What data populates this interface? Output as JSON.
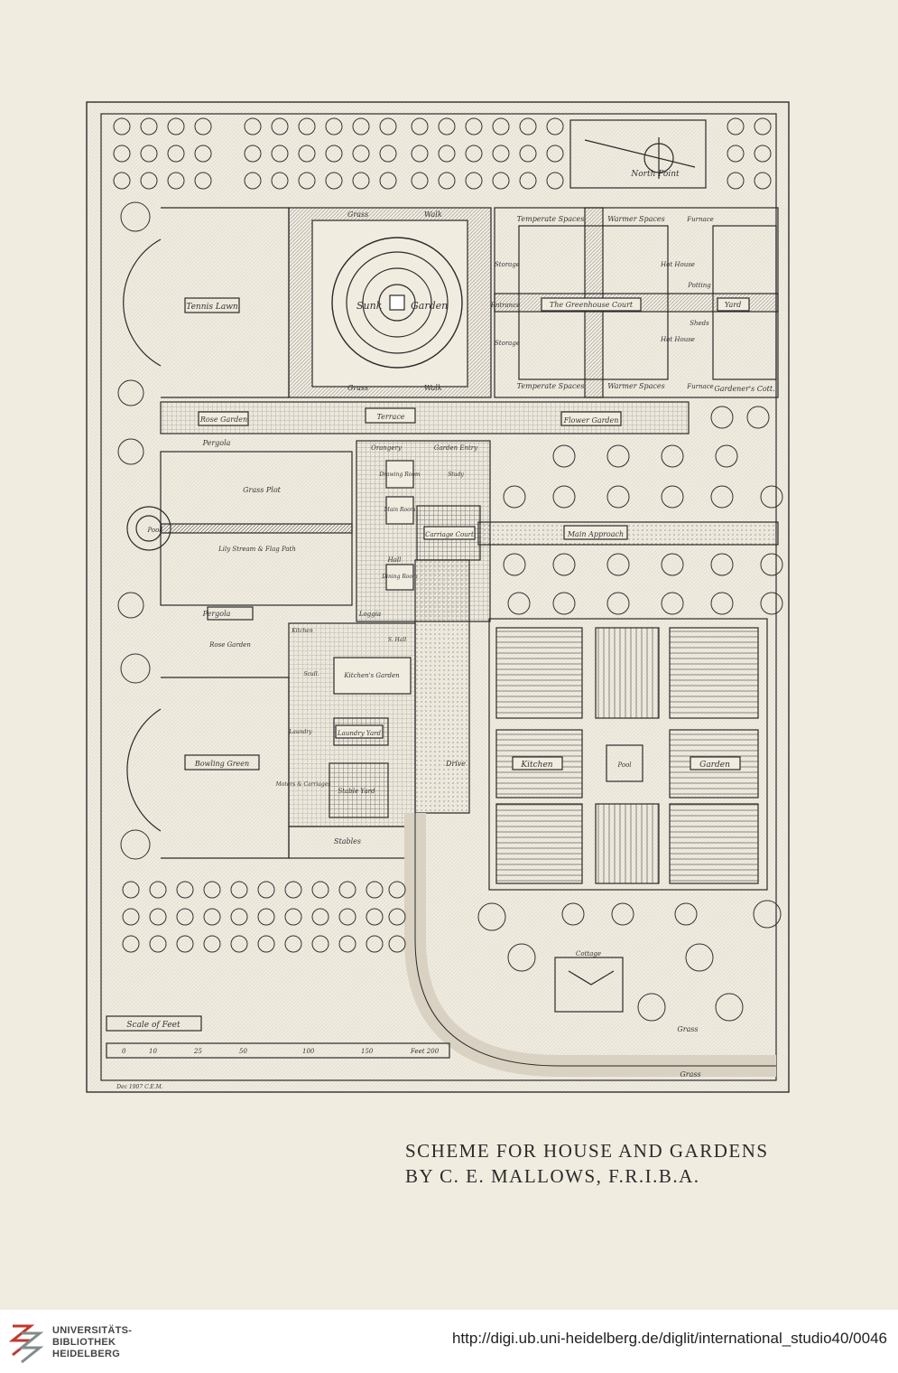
{
  "plan": {
    "north_point": "North Point",
    "labels": {
      "grass_walk_top_a": "Grass",
      "grass_walk_top_b": "Walk",
      "grass_walk_bottom_a": "Grass",
      "grass_walk_bottom_b": "Walk",
      "sunk_garden_a": "Sunk",
      "sunk_garden_b": "Garden",
      "tennis_lawn": "Tennis Lawn",
      "temperate_spaces_top": "Temperate Spaces",
      "warmer_spaces_top": "Warmer Spaces",
      "furnace_top": "Furnace",
      "temperate_spaces_bottom": "Temperate Spaces",
      "warmer_spaces_bottom": "Warmer Spaces",
      "furnace_bottom": "Furnace",
      "greenhouse_court": "The Greenhouse Court",
      "entrance": "Entrance",
      "storage_a": "Storage",
      "storage_b": "Storage",
      "hot_house_a": "Hot House",
      "hot_house_b": "Hot House",
      "potting": "Potting",
      "sheds": "Sheds",
      "yard": "Yard",
      "gardeners_cottage": "Gardener's Cott.",
      "rose_garden_top": "Rose Garden",
      "terrace": "Terrace",
      "flower_garden": "Flower Garden",
      "pergola_top": "Pergola",
      "orangery": "Orangery",
      "garden_entry": "Garden Entry",
      "grass_plot": "Grass Plot",
      "pool": "Pool",
      "lily_stream": "Lily Stream & Flag Path",
      "main_approach": "Main Approach",
      "carriage_court": "Carriage Court",
      "drawing_room": "Drawing Room",
      "study": "Study",
      "main_room": "Main Room",
      "hall": "Hall",
      "dining_room": "Dining Room",
      "loggia": "Loggia",
      "pergola_bottom": "Pergola",
      "rose_garden_bottom": "Rose Garden",
      "kitchen_wing": "Kitchen",
      "ser_hall": "S. Hall",
      "sculle": "Scull.",
      "kitchens_garden": "Kitchen's Garden",
      "laundry": "Laundry",
      "laundry_yard": "Laundry Yard",
      "bowling_green": "Bowling Green",
      "coach_houses": "Motors & Carriages",
      "stable_yard": "Stable Yard",
      "stables": "Stables",
      "drive": "Drive",
      "kitchen": "Kitchen",
      "pool_kg": "Pool",
      "garden": "Garden",
      "cottage": "Cottage",
      "grass_a": "Grass",
      "grass_b": "Grass",
      "scale_of_feet": "Scale of Feet",
      "scale_feet_label": "Feet 200",
      "signature": "Dec 1907 C.E.M."
    },
    "scale_ticks": [
      "0",
      "10",
      "25",
      "50",
      "100",
      "150"
    ]
  },
  "caption": {
    "line1": "SCHEME FOR HOUSE AND GARDENS",
    "line2": "BY C. E. MALLOWS, F.R.I.B.A."
  },
  "footer": {
    "logo_line1": "UNIVERSITÄTS-",
    "logo_line2": "BIBLIOTHEK",
    "logo_line3": "HEIDELBERG",
    "url": "http://digi.ub.uni-heidelberg.de/diglit/international_studio40/0046"
  }
}
